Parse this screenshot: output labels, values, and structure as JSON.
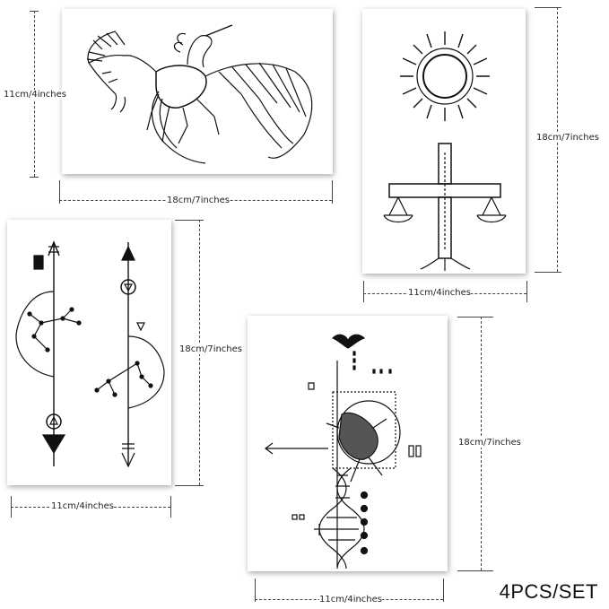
{
  "cards": {
    "pegasus": {
      "width_label": "18cm/7inches",
      "height_label": "11cm/4inches"
    },
    "sun_cross": {
      "width_label": "11cm/4inches",
      "height_label": "18cm/7inches"
    },
    "arrows": {
      "width_label": "11cm/4inches",
      "height_label": "18cm/7inches"
    },
    "dna_man": {
      "width_label": "11cm/4inches",
      "height_label": "18cm/7inches"
    }
  },
  "set_label": "4PCS/SET",
  "colors": {
    "ink": "#111111",
    "background": "#ffffff",
    "shadow": "#9a9a9a"
  }
}
